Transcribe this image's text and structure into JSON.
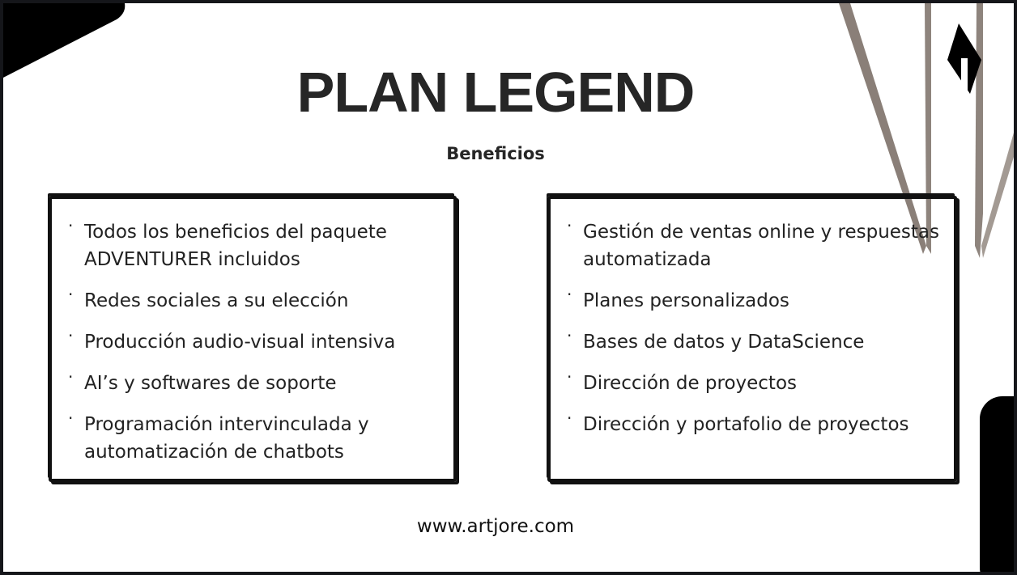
{
  "title": "PLAN LEGEND",
  "subtitle": "Beneficios",
  "left_list": [
    "Todos los beneficios del paquete ADVENTURER incluidos",
    "Redes sociales a su elección",
    "Producción audio-visual intensiva",
    "AI’s y softwares de soporte",
    "Programación intervinculada y automatización de chatbots"
  ],
  "right_list": [
    "Gestión de ventas online y respuestas automatizada",
    "Planes personalizados",
    "Bases de datos y DataScience",
    "Dirección de proyectos",
    "Dirección y portafolio de proyectos"
  ],
  "website": "www.artjore.com"
}
